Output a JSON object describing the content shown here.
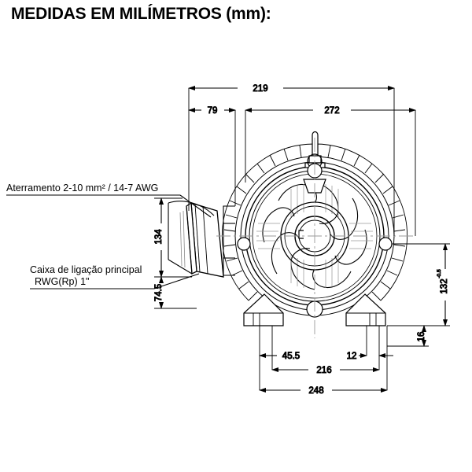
{
  "title": "MEDIDAS EM MILÍMETROS (mm):",
  "annotations": [
    {
      "id": "grounding",
      "text": "Aterramento 2-10 mm² / 14-7 AWG"
    },
    {
      "id": "terminal-box-line1",
      "text": "Caixa de ligação principal"
    },
    {
      "id": "terminal-box-line2",
      "text": "RWG(Rp) 1\""
    }
  ],
  "dimensions": {
    "top": [
      {
        "id": "dim-219",
        "value": "219"
      },
      {
        "id": "dim-79",
        "value": "79"
      },
      {
        "id": "dim-272",
        "value": "272"
      }
    ],
    "left": [
      {
        "id": "dim-134",
        "value": "134"
      },
      {
        "id": "dim-74-5",
        "value": "74.5"
      }
    ],
    "right": [
      {
        "id": "dim-132",
        "value": "132",
        "tolerance": "-0.5"
      },
      {
        "id": "dim-16",
        "value": "16"
      }
    ],
    "bottom": [
      {
        "id": "dim-45-5",
        "value": "45.5"
      },
      {
        "id": "dim-12",
        "value": "12"
      },
      {
        "id": "dim-216",
        "value": "216"
      },
      {
        "id": "dim-248",
        "value": "248"
      }
    ]
  },
  "colors": {
    "line": "#000000",
    "background": "#ffffff",
    "shading": "#8a8a8a"
  },
  "subject": "electric-motor-end-view-dimensioned-drawing"
}
